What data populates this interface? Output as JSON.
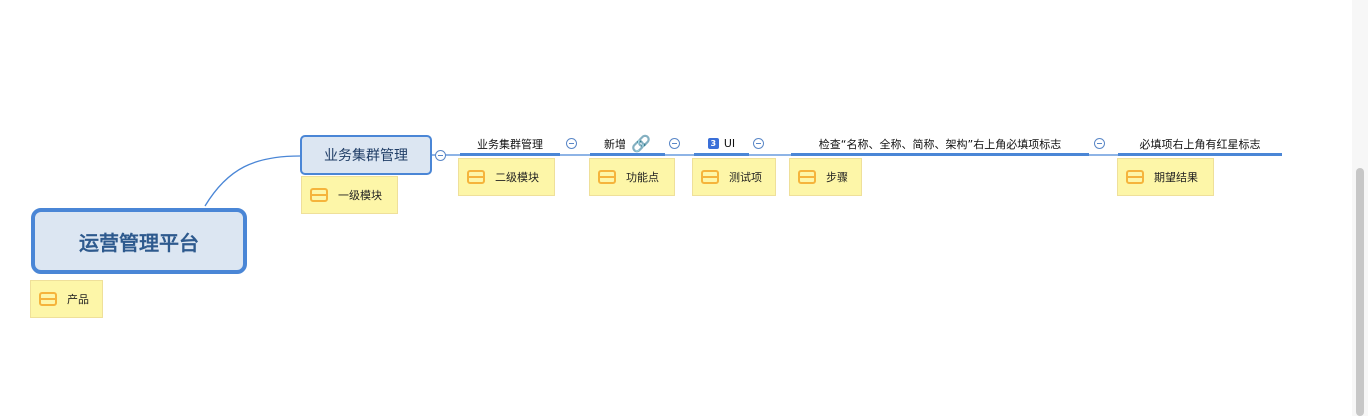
{
  "root": {
    "title": "运营管理平台",
    "label": "产品"
  },
  "level1": {
    "title": "业务集群管理",
    "label": "一级模块"
  },
  "chain": [
    {
      "text": "业务集群管理",
      "label": "二级模块"
    },
    {
      "text": "新增",
      "icon": "link-icon",
      "label": "功能点"
    },
    {
      "text": "UI",
      "badge": "3",
      "label": "测试项"
    },
    {
      "text": "检查“名称、全称、简称、架构”右上角必填项标志",
      "label": "步骤"
    },
    {
      "text": "必填项右上角有红星标志",
      "label": "期望结果"
    }
  ],
  "colors": {
    "accent": "#4a86d6",
    "label_bg": "#fdf6a8",
    "label_icon": "#f5b43c"
  }
}
